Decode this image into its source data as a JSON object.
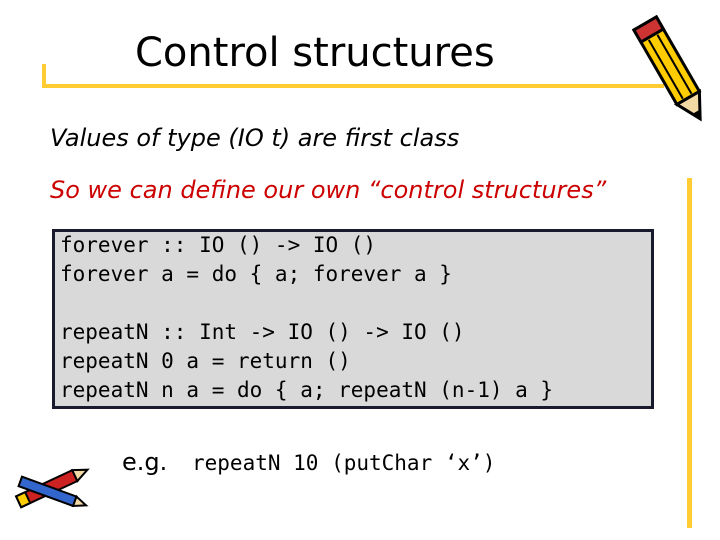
{
  "slide": {
    "title": "Control structures",
    "line1": "Values of type (IO t) are first class",
    "line2": "So we can define our own “control structures”",
    "code_lines": [
      "forever :: IO () -> IO ()",
      "forever a = do { a; forever a }",
      "",
      "repeatN :: Int -> IO () -> IO ()",
      "repeatN 0 a = return ()",
      "repeatN n a = do { a; repeatN (n-1) a }"
    ],
    "example_label": "e.g.",
    "example_code": "repeatN 10 (putChar ‘x’)"
  },
  "colors": {
    "accent_rule": "#ffcc33",
    "highlight_text": "#cc0000",
    "code_background": "#d9d9d9"
  },
  "decorations": [
    "pencil-icon",
    "pens-icon"
  ]
}
